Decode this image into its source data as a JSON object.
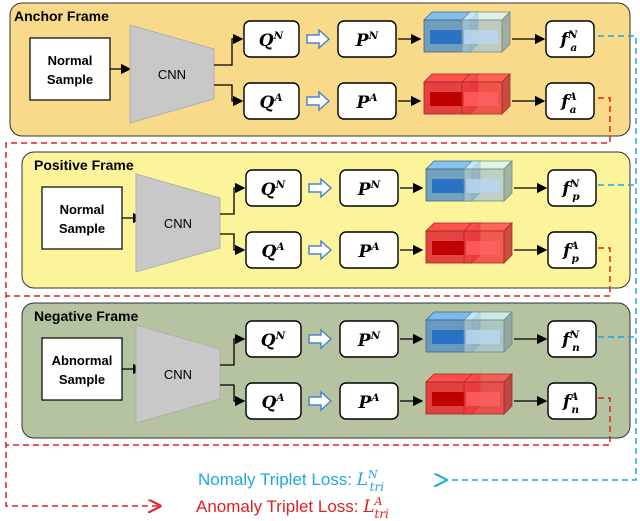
{
  "frames": [
    {
      "title": "Anchor Frame",
      "sample": [
        "Normal",
        "Sample"
      ],
      "cnn": "CNN",
      "q_normal": {
        "base": "Q",
        "sup": "N"
      },
      "q_anomaly": {
        "base": "Q",
        "sup": "A"
      },
      "p_normal": {
        "base": "P",
        "sup": "N"
      },
      "p_anomaly": {
        "base": "P",
        "sup": "A"
      },
      "f_normal": {
        "base": "f",
        "sup": "N",
        "sub": "a"
      },
      "f_anomaly": {
        "base": "f",
        "sup": "A",
        "sub": "a"
      }
    },
    {
      "title": "Positive Frame",
      "sample": [
        "Normal",
        "Sample"
      ],
      "cnn": "CNN",
      "q_normal": {
        "base": "Q",
        "sup": "N"
      },
      "q_anomaly": {
        "base": "Q",
        "sup": "A"
      },
      "p_normal": {
        "base": "P",
        "sup": "N"
      },
      "p_anomaly": {
        "base": "P",
        "sup": "A"
      },
      "f_normal": {
        "base": "f",
        "sup": "N",
        "sub": "p"
      },
      "f_anomaly": {
        "base": "f",
        "sup": "A",
        "sub": "p"
      }
    },
    {
      "title": "Negative Frame",
      "sample": [
        "Abnormal",
        "Sample"
      ],
      "cnn": "CNN",
      "q_normal": {
        "base": "Q",
        "sup": "N"
      },
      "q_anomaly": {
        "base": "Q",
        "sup": "A"
      },
      "p_normal": {
        "base": "P",
        "sup": "N"
      },
      "p_anomaly": {
        "base": "P",
        "sup": "A"
      },
      "f_normal": {
        "base": "f",
        "sup": "N",
        "sub": "n"
      },
      "f_anomaly": {
        "base": "f",
        "sup": "A",
        "sub": "n"
      }
    }
  ],
  "losses": {
    "normal": {
      "text": "Nomaly Triplet Loss: ",
      "base": "L",
      "sup": "N",
      "sub": "tri"
    },
    "anomaly": {
      "text": "Anomaly Triplet Loss: ",
      "base": "L",
      "sup": "A",
      "sub": "tri"
    }
  },
  "colors": {
    "anchor_bg": "#f9d98a",
    "positive_bg": "#fbf49a",
    "negative_bg": "#b5c3a0",
    "normal_loss": "#1ea8e0",
    "anomaly_loss": "#e02020",
    "cube_blue": "#5a93c6",
    "cube_red": "#e23a3a"
  }
}
